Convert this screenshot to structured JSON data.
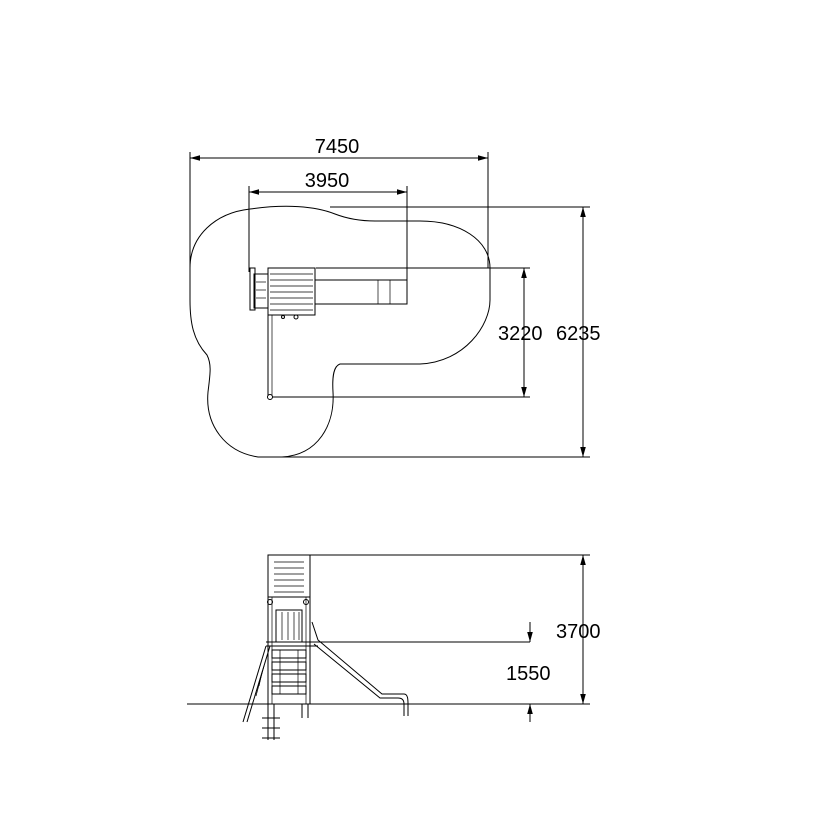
{
  "plan_view": {
    "dimensions": {
      "overall_width": "7450",
      "equipment_width": "3950",
      "equipment_depth": "3220",
      "overall_depth": "6235"
    }
  },
  "elevation_view": {
    "dimensions": {
      "overall_height": "3700",
      "platform_height": "1550"
    }
  },
  "colors": {
    "line": "#000000",
    "background": "#ffffff"
  }
}
